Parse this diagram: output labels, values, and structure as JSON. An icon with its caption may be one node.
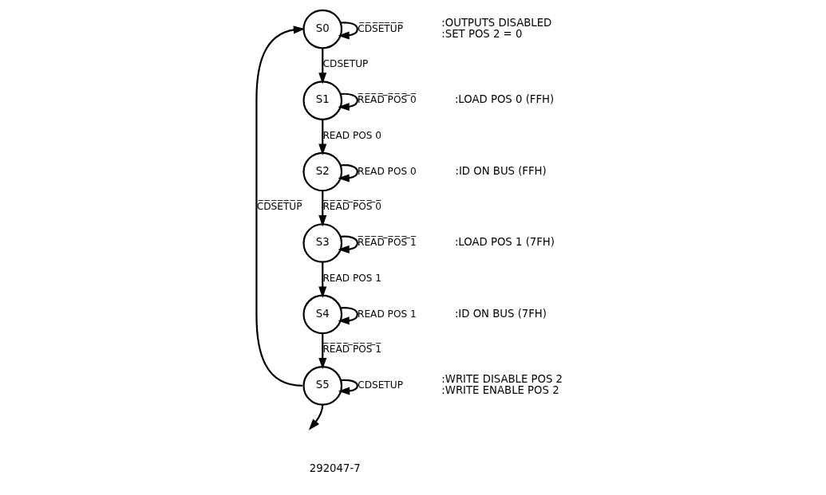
{
  "diagram": {
    "nodes": [
      {
        "text": [
          "S0"
        ]
      },
      {
        "text": [
          "S1"
        ]
      },
      {
        "text": [
          "S2"
        ]
      },
      {
        "text": [
          "S3"
        ]
      },
      {
        "text": [
          "S4"
        ]
      },
      {
        "text": [
          "S5"
        ]
      }
    ],
    "edges": [
      {
        "from": 0,
        "to": 0,
        "arrow": "to",
        "label": "C̅D̅S̅E̅T̅U̅P̅"
      },
      {
        "from": 0,
        "to": 1,
        "arrow": "to",
        "label": "CDSETUP"
      },
      {
        "from": 1,
        "to": 1,
        "arrow": "to",
        "label": "R̅E̅A̅D̅ ̅P̅O̅S̅ ̅0̅"
      },
      {
        "from": 1,
        "to": 2,
        "arrow": "to",
        "label": "READ POS 0"
      },
      {
        "from": 2,
        "to": 2,
        "arrow": "to",
        "label": "READ POS 0"
      },
      {
        "from": 2,
        "to": 3,
        "arrow": "to",
        "label": "R̅E̅A̅D̅ ̅P̅O̅S̅ ̅0̅"
      },
      {
        "from": 3,
        "to": 3,
        "arrow": "to",
        "label": "R̅E̅A̅D̅ ̅P̅O̅S̅ ̅1̅"
      },
      {
        "from": 3,
        "to": 4,
        "arrow": "to",
        "label": "READ POS 1"
      },
      {
        "from": 4,
        "to": 4,
        "arrow": "to",
        "label": "READ POS 1"
      },
      {
        "from": 4,
        "to": 5,
        "arrow": "to",
        "label": "R̅E̅A̅D̅ ̅P̅O̅S̅ ̅1̅"
      },
      {
        "from": 5,
        "to": 5,
        "arrow": "to",
        "label": "CDSETUP"
      },
      {
        "from": 5,
        "to": 0,
        "arrow": "to",
        "label": "C̅D̅S̅E̅T̅U̅P̅"
      },
      {
        "from": 5,
        "to": null,
        "arrow": "to"
      }
    ],
    "labels": [
      ":OUTPUTS DISABLED",
      ":SET POS 2 = 0",
      ":LOAD POS 0 (FFH)",
      ":ID ON BUS (FFH)",
      ":LOAD POS 1 (7FH)",
      ":ID ON BUS (7FH)",
      ":WRITE DISABLE POS 2",
      ":WRITE ENABLE POS 2",
      "292047-7"
    ]
  }
}
